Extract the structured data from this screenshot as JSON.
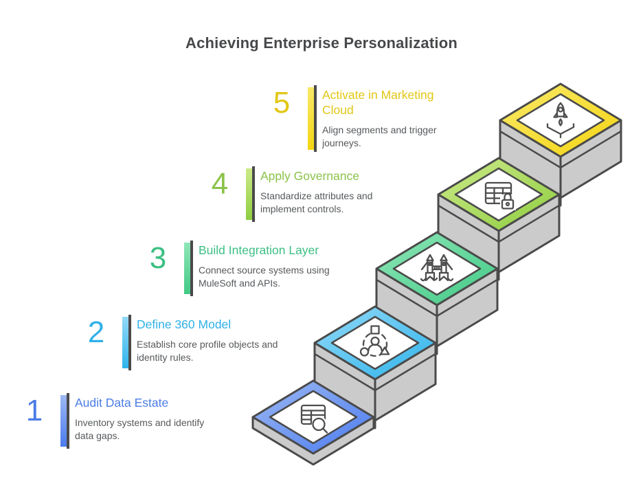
{
  "title": "Achieving Enterprise Personalization",
  "steps": [
    {
      "num": "1",
      "title": "Audit Data Estate",
      "desc": "Inventory systems and identify\ndata gaps.",
      "color": "#4a7ce6",
      "light": "#9db9f3",
      "deep": "#4b7bee",
      "icon": "table-search-icon"
    },
    {
      "num": "2",
      "title": "Define 360 Model",
      "desc": "Establish core profile objects and\nidentity rules.",
      "color": "#2fb1e8",
      "light": "#93d9f7",
      "deep": "#2fb4eb",
      "icon": "customer-360-icon"
    },
    {
      "num": "3",
      "title": "Build Integration Layer",
      "desc": "Connect source systems using\nMuleSoft and APIs.",
      "color": "#3cbf83",
      "light": "#8fe7b8",
      "deep": "#41c985",
      "icon": "bridge-icon"
    },
    {
      "num": "4",
      "title": "Apply Governance",
      "desc": "Standardize attributes and\nimplement controls.",
      "color": "#8bc34a",
      "light": "#cdea8a",
      "deep": "#8ecd3f",
      "icon": "locked-table-icon"
    },
    {
      "num": "5",
      "title": "Activate in Marketing\nCloud",
      "desc": "Align segments and trigger\njourneys.",
      "color": "#e2c714",
      "light": "#f8e968",
      "deep": "#f5d513",
      "icon": "rocket-launch-icon"
    }
  ],
  "colors": {
    "body_fill": "#cbcbcb",
    "outline": "#4a4a4a",
    "icon_stroke": "#4d4d4d",
    "desc_text": "#55585b",
    "heading_text": "#47484a"
  }
}
